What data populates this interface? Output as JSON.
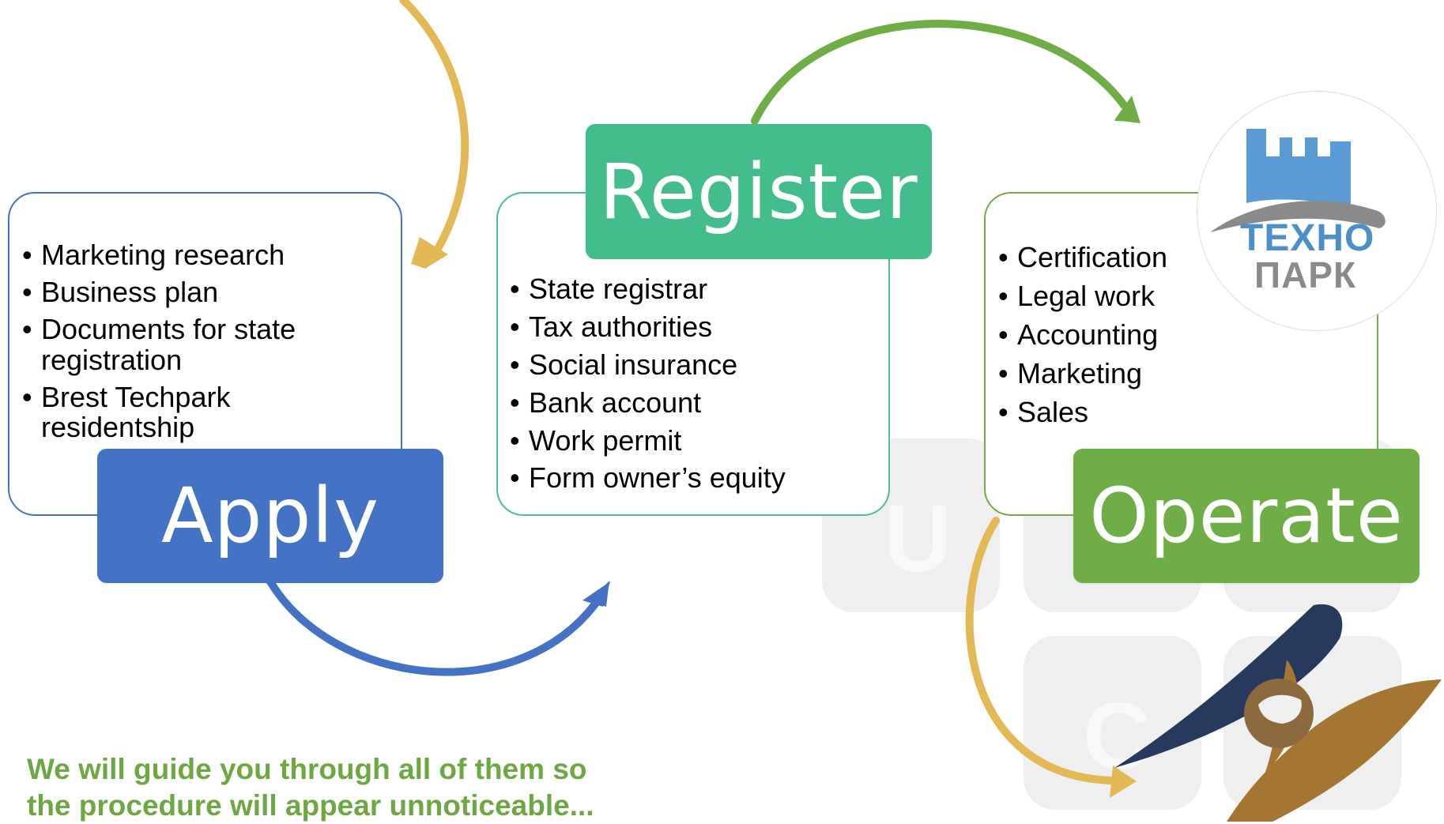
{
  "steps": [
    {
      "id": "apply",
      "label": "Apply",
      "items": [
        "Marketing research",
        "Business plan",
        "Documents for state registration",
        "Brest Techpark residentship"
      ]
    },
    {
      "id": "register",
      "label": "Register",
      "items": [
        "State registrar",
        "Tax authorities",
        "Social insurance",
        "Bank account",
        "Work permit",
        "Form owner’s equity"
      ]
    },
    {
      "id": "operate",
      "label": "Operate",
      "items": [
        "Certification",
        "Legal work",
        "Accounting",
        "Marketing",
        "Sales"
      ]
    }
  ],
  "tagline": {
    "line1": "We will guide you through all of them so",
    "line2": "the procedure will appear unnoticeable..."
  },
  "technopark_logo": {
    "line1": "ТЕХНО",
    "line2": "ПАРК"
  },
  "watermark": {
    "letters": [
      "U",
      "C"
    ]
  },
  "colors": {
    "apply": "#4472c4",
    "register": "#44bd8d",
    "operate": "#6fad46",
    "arrow_gold": "#e3b955",
    "arrow_green": "#6fad46",
    "arrow_blue": "#4472c4",
    "tagline": "#6ea843",
    "techno_blue": "#4d8fc9",
    "techno_gray": "#8a8a8a",
    "eaeu_navy": "#273a5d",
    "eaeu_gold": "#a57632"
  }
}
